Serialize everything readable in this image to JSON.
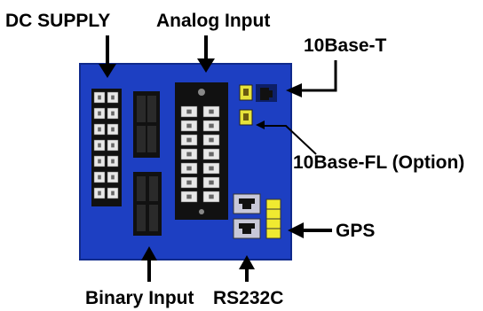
{
  "labels": {
    "dc_supply": "DC SUPPLY",
    "analog_input": "Analog Input",
    "ethernet_t": "10Base-T",
    "ethernet_fl": "10Base-FL (Option)",
    "gps": "GPS",
    "binary_input": "Binary Input",
    "rs232c": "RS232C"
  },
  "colors": {
    "panel": "#1d3fc2",
    "panel_dark": "#102a8c",
    "module_black": "#111111",
    "terminal_white": "#e8e8e8",
    "port_gray": "#c8c8c8",
    "port_yellow": "#e6e23a",
    "gps_yellow": "#f0ea30",
    "label_text": "#000000"
  }
}
